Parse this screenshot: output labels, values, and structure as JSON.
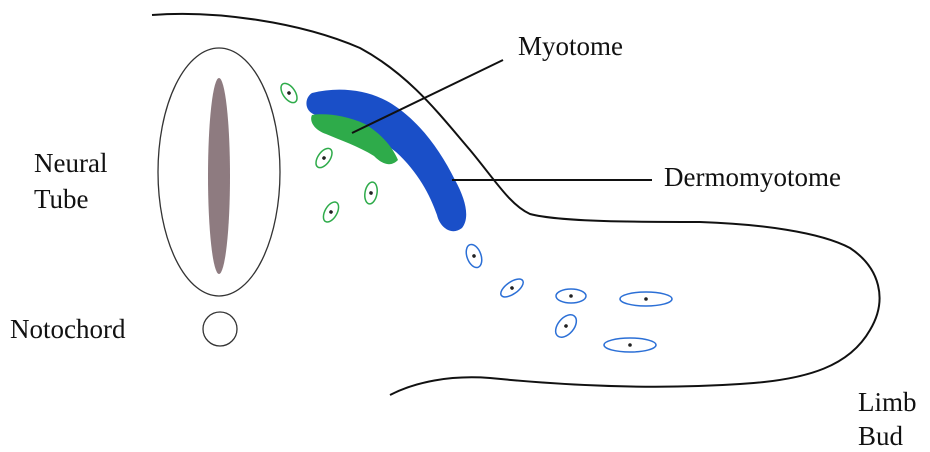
{
  "labels": {
    "myotome": "Myotome",
    "dermomyotome": "Dermomyotome",
    "neural_tube_line1": "Neural",
    "neural_tube_line2": "Tube",
    "notochord": "Notochord",
    "limb_bud_line1": "Limb",
    "limb_bud_line2": "Bud"
  },
  "colors": {
    "dermomyotome": "#1a4fc8",
    "myotome": "#2eab4a",
    "green_cells": "#2eab4a",
    "blue_cells": "#2b6fd6",
    "neural_canal": "#8e7b80",
    "outline": "#111111"
  },
  "icons": {
    "green_cells": "mesenchymal-cell-icon",
    "blue_cells": "migrating-muscle-precursor-icon"
  }
}
